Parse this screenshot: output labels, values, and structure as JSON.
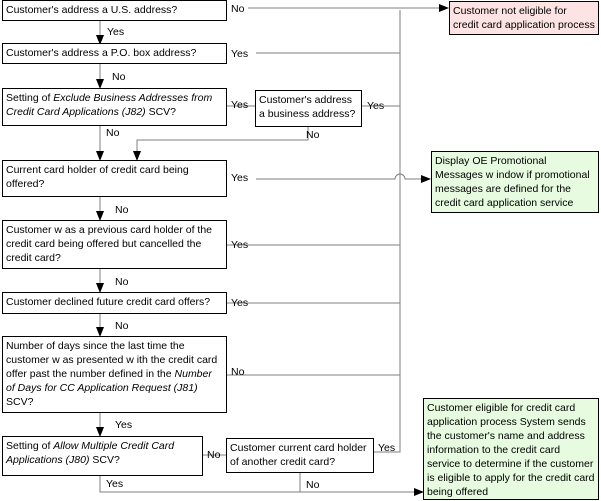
{
  "decisions": {
    "us_address": "Customer's address a U.S. address?",
    "po_box": "Customer's address a P.O. box address?",
    "exclude_business_prefix": "Setting of ",
    "exclude_business_italic": "Exclude Business Addresses from Credit Card Applications (J82)",
    "exclude_business_suffix": " SCV?",
    "business_address": "Customer's address a business address?",
    "current_holder": "Current card holder of credit card being offered?",
    "previous_holder": "Customer w as a previous card holder of the credit card being offered but cancelled the credit card?",
    "declined_offers": "Customer declined future credit card offers?",
    "days_prefix": "Number of days since the last time the customer w as presented w ith the credit card offer past the number defined in the ",
    "days_italic": "Number of Days for CC Application Request (J81)",
    "days_suffix": " SCV?",
    "allow_multiple_prefix": "Setting of ",
    "allow_multiple_italic": "Allow Multiple Credit Card Applications (J80)",
    "allow_multiple_suffix": " SCV?",
    "other_holder": "Customer current card holder of another credit card?"
  },
  "outcomes": {
    "not_eligible": "Customer not eligible for credit card application process",
    "promotional": "Display OE Promotional Messages w indow if promotional messages are defined for the credit card application service",
    "eligible": "Customer eligible for credit card application process System sends the customer's name and address information to the credit card service to determine if the customer is eligible to apply for the credit card being offered"
  },
  "labels": {
    "yes": "Yes",
    "no": "No"
  },
  "colors": {
    "not_eligible_fill": "#fde3e3",
    "eligible_fill": "#e6fbe0",
    "line": "#7f7f7f"
  }
}
